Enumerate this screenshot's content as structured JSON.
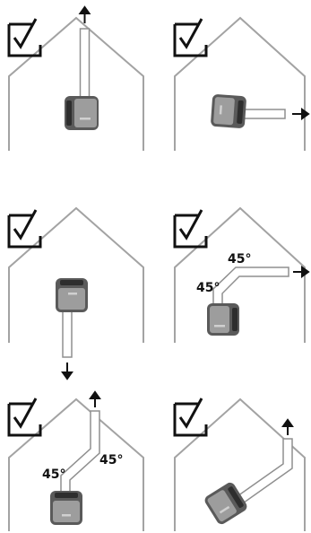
{
  "colors": {
    "outline": "#a3a3a3",
    "duct_fill": "#ffffff",
    "duct_stroke": "#8f8f8f",
    "unit_body": "#5a5a5a",
    "unit_panel": "#9d9d9d",
    "unit_label": "#d0d0d0",
    "arrow": "#111111",
    "check": "#111111"
  },
  "icons": [
    "check-icon",
    "arrow-up-icon",
    "arrow-right-icon",
    "arrow-down-icon"
  ],
  "panels": [
    {
      "id": "top-left",
      "exhaust_direction": "up",
      "angle_labels": []
    },
    {
      "id": "top-right",
      "exhaust_direction": "right",
      "angle_labels": []
    },
    {
      "id": "middle-left",
      "exhaust_direction": "down",
      "angle_labels": []
    },
    {
      "id": "middle-right",
      "exhaust_direction": "right",
      "angle_labels": [
        "45°",
        "45°"
      ]
    },
    {
      "id": "bottom-left",
      "exhaust_direction": "up",
      "angle_labels": [
        "45°",
        "45°"
      ]
    },
    {
      "id": "bottom-right",
      "exhaust_direction": "up",
      "angle_labels": []
    }
  ]
}
